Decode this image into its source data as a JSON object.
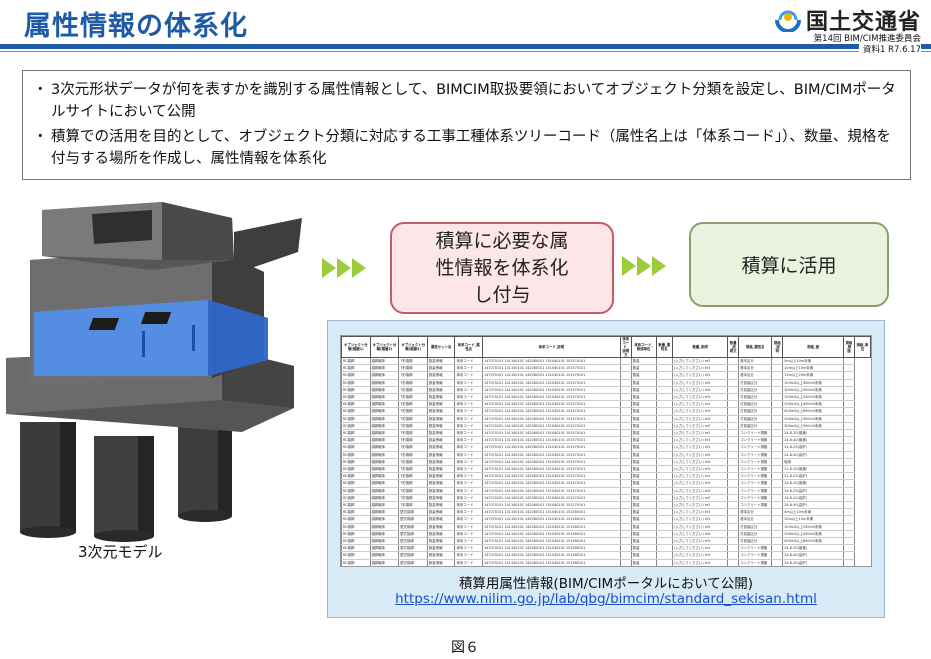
{
  "header": {
    "title": "属性情報の体系化",
    "ministry": "国土交通省",
    "meeting": "第14回 BIM/CIM推進委員会",
    "document_no": "資料1 R7.6.17"
  },
  "bullets": [
    "3次元形状データが何を表すかを識別する属性情報として、BIMCIM取扱要領においてオブジェクト分類を設定し、BIM/CIMポータルサイトにおいて公開",
    "積算での活用を目的として、オブジェクト分類に対応する工事工種体系ツリーコード（属性名上は「体系コード」）、数量、規格を付与する場所を作成し、属性情報を体系化"
  ],
  "bullet_marker": "・",
  "model_label": "3次元モデル",
  "flow": {
    "step1": "積算に必要な属性情報を体系化し付与",
    "step2": "積算に活用"
  },
  "colors": {
    "title_blue": "#1f5aa6",
    "arrow_green": "#9ccc3a",
    "pink_fill": "#fde6e8",
    "pink_border": "#c55a68",
    "green_fill": "#e9f3dd",
    "panel_fill": "#d9ebf7",
    "link_blue": "#1b4fc9"
  },
  "table": {
    "headers": [
      "オブジェクト分類(階層1)",
      "オブジェクト分類(階層2)",
      "オブジェクト分類(階層3)",
      "属性セット名",
      "体系コード_属性名",
      "体系コード_説明",
      "体系コード_説明文",
      "体系コード_数値単位",
      "数量_属性名",
      "数量_説明",
      "数量_説明文",
      "規格_属性名",
      "規格_説明",
      "規格_値",
      "規格_数値",
      "規格_単位"
    ],
    "rows": [
      [
        "RC橋脚",
        "橋脚躯体",
        "T形橋脚",
        "数量情報",
        "体系コード",
        "147070101 141100101 142080101 151040101 151570101",
        "",
        "数量",
        "",
        "(入力してください) m3",
        "",
        "基本区分",
        "",
        "5m以上10m未満",
        ""
      ],
      [
        "RC橋脚",
        "橋脚躯体",
        "T形橋脚",
        "数量情報",
        "体系コード",
        "147070101 141100101 142080101 151040101 151570101",
        "",
        "数量",
        "",
        "(入力してください) m3",
        "",
        "基本区分",
        "",
        "10m以上15m未満",
        ""
      ],
      [
        "RC橋脚",
        "橋脚躯体",
        "T形橋脚",
        "数量情報",
        "体系コード",
        "147070101 141100101 142080101 151040101 151570101",
        "",
        "数量",
        "",
        "(入力してください) m3",
        "",
        "基本区分",
        "",
        "15m以上20m未満",
        ""
      ],
      [
        "RC橋脚",
        "橋脚躯体",
        "T形橋脚",
        "数量情報",
        "体系コード",
        "147070101 141100101 142080101 151040101 151570101",
        "",
        "数量",
        "",
        "(入力してください) m3",
        "",
        "打設量区分",
        "",
        "100m3以上300m3未満",
        ""
      ],
      [
        "RC橋脚",
        "橋脚躯体",
        "T形橋脚",
        "数量情報",
        "体系コード",
        "147070101 141100101 142080101 151040101 151570101",
        "",
        "数量",
        "",
        "(入力してください) m3",
        "",
        "打設量区分",
        "",
        "300m3以上500m3未満",
        ""
      ],
      [
        "RC橋脚",
        "橋脚躯体",
        "T形橋脚",
        "数量情報",
        "体系コード",
        "147070101 141100101 142080101 151040101 151570101",
        "",
        "数量",
        "",
        "(入力してください) m3",
        "",
        "打設量区分",
        "",
        "100m3以上200m3未満",
        ""
      ],
      [
        "RC橋脚",
        "橋脚躯体",
        "T形橋脚",
        "数量情報",
        "体系コード",
        "147070101 141100101 142080101 151040101 151570101",
        "",
        "数量",
        "",
        "(入力してください) m3",
        "",
        "打設量区分",
        "",
        "200m3以上400m3未満",
        ""
      ],
      [
        "RC橋脚",
        "橋脚躯体",
        "T形橋脚",
        "数量情報",
        "体系コード",
        "147070101 141100101 142080101 151040101 151570101",
        "",
        "数量",
        "",
        "(入力してください) m3",
        "",
        "打設量区分",
        "",
        "400m3以上600m3未満",
        ""
      ],
      [
        "RC橋脚",
        "橋脚躯体",
        "T形橋脚",
        "数量情報",
        "体系コード",
        "147070101 141100101 142080101 151040101 151570101",
        "",
        "数量",
        "",
        "(入力してください) m3",
        "",
        "打設量区分",
        "",
        "200m3以上300m3未満",
        ""
      ],
      [
        "RC橋脚",
        "橋脚躯体",
        "T形橋脚",
        "数量情報",
        "体系コード",
        "147070101 141100101 142080101 151040101 151570101",
        "",
        "数量",
        "",
        "(入力してください) m3",
        "",
        "打設量区分",
        "",
        "300m3以上500m3未満",
        ""
      ],
      [
        "RC橋脚",
        "橋脚躯体",
        "T形橋脚",
        "数量情報",
        "体系コード",
        "147070101 141100101 142080101 151040101 151570101",
        "",
        "数量",
        "",
        "(入力してください) m3",
        "",
        "コンクリート規格",
        "",
        "24-8-20(普通)",
        ""
      ],
      [
        "RC橋脚",
        "橋脚躯体",
        "T形橋脚",
        "数量情報",
        "体系コード",
        "147070101 141100101 142080101 151040101 151570101",
        "",
        "数量",
        "",
        "(入力してください) m3",
        "",
        "コンクリート規格",
        "",
        "24-8-40(普通)",
        ""
      ],
      [
        "RC橋脚",
        "橋脚躯体",
        "T形橋脚",
        "数量情報",
        "体系コード",
        "147070101 141100101 142080101 151040101 151570101",
        "",
        "数量",
        "",
        "(入力してください) m3",
        "",
        "コンクリート規格",
        "",
        "24-8-25(高炉)",
        ""
      ],
      [
        "RC橋脚",
        "橋脚躯体",
        "T形橋脚",
        "数量情報",
        "体系コード",
        "147070101 141100101 142080101 151040101 151570101",
        "",
        "数量",
        "",
        "(入力してください) m3",
        "",
        "コンクリート規格",
        "",
        "24-8-40(高炉)",
        ""
      ],
      [
        "RC橋脚",
        "橋脚躯体",
        "T形橋脚",
        "数量情報",
        "体系コード",
        "147070101 141100101 142080101 151040101 151570101",
        "",
        "数量",
        "",
        "(入力してください) m3",
        "",
        "コンクリート規格",
        "",
        "取鍋",
        ""
      ],
      [
        "RC橋脚",
        "橋脚躯体",
        "T形橋脚",
        "数量情報",
        "体系コード",
        "147070101 141100101 142080101 151040101 151570101",
        "",
        "数量",
        "",
        "(入力してください) m3",
        "",
        "コンクリート規格",
        "",
        "21-8-20(普通)",
        ""
      ],
      [
        "RC橋脚",
        "橋脚躯体",
        "T形橋脚",
        "数量情報",
        "体系コード",
        "147070101 141100101 142080101 151040101 151570101",
        "",
        "数量",
        "",
        "(入力してください) m3",
        "",
        "コンクリート規格",
        "",
        "21-8-25(高炉)",
        ""
      ],
      [
        "RC橋脚",
        "橋脚躯体",
        "T形橋脚",
        "数量情報",
        "体系コード",
        "147070101 141100101 142080101 151040101 151570101",
        "",
        "数量",
        "",
        "(入力してください) m3",
        "",
        "コンクリート規格",
        "",
        "24-8-20(普通)",
        ""
      ],
      [
        "RC橋脚",
        "橋脚躯体",
        "T形橋脚",
        "数量情報",
        "体系コード",
        "147070101 141100101 142080101 151040101 151570101",
        "",
        "数量",
        "",
        "(入力してください) m3",
        "",
        "コンクリート規格",
        "",
        "24-8-25(高炉)",
        ""
      ],
      [
        "RC橋脚",
        "橋脚躯体",
        "T形橋脚",
        "数量情報",
        "体系コード",
        "147070101 141100101 142080101 151040101 151570101",
        "",
        "数量",
        "",
        "(入力してください) m3",
        "",
        "コンクリート規格",
        "",
        "24-8-20(高炉)",
        ""
      ],
      [
        "RC橋脚",
        "橋脚躯体",
        "T形橋脚",
        "数量情報",
        "体系コード",
        "147070101 141100101 142080101 151040101 151570101",
        "",
        "数量",
        "",
        "(入力してください) m3",
        "",
        "コンクリート規格",
        "",
        "24-8-40(高炉)",
        ""
      ],
      [
        "RC橋脚",
        "橋脚躯体",
        "壁式橋脚",
        "数量情報",
        "体系コード",
        "147070101 141100101 142080101 151040101 151580101",
        "",
        "数量",
        "",
        "(入力してください) m3",
        "",
        "基本区分",
        "",
        "5m以上10m未満",
        ""
      ],
      [
        "RC橋脚",
        "橋脚躯体",
        "壁式橋脚",
        "数量情報",
        "体系コード",
        "147070101 141100101 142080101 151040101 151580101",
        "",
        "数量",
        "",
        "(入力してください) m3",
        "",
        "基本区分",
        "",
        "10m以上15m未満",
        ""
      ],
      [
        "RC橋脚",
        "橋脚躯体",
        "壁式橋脚",
        "数量情報",
        "体系コード",
        "147070101 141100101 142080101 151040101 151580101",
        "",
        "数量",
        "",
        "(入力してください) m3",
        "",
        "打設量区分",
        "",
        "100m3以上200m3未満",
        ""
      ],
      [
        "RC橋脚",
        "橋脚躯体",
        "壁式橋脚",
        "数量情報",
        "体系コード",
        "147070101 141100101 142080101 151040101 151580101",
        "",
        "数量",
        "",
        "(入力してください) m3",
        "",
        "打設量区分",
        "",
        "200m3以上400m3未満",
        ""
      ],
      [
        "RC橋脚",
        "橋脚躯体",
        "壁式橋脚",
        "数量情報",
        "体系コード",
        "147070101 141100101 142080101 151040101 151580101",
        "",
        "数量",
        "",
        "(入力してください) m3",
        "",
        "打設量区分",
        "",
        "400m3以上600m3未満",
        ""
      ],
      [
        "RC橋脚",
        "橋脚躯体",
        "壁式橋脚",
        "数量情報",
        "体系コード",
        "147070101 141100101 142080101 151040101 151580101",
        "",
        "数量",
        "",
        "(入力してください) m3",
        "",
        "コンクリート規格",
        "",
        "24-8-20(普通)",
        ""
      ],
      [
        "RC橋脚",
        "橋脚躯体",
        "壁式橋脚",
        "数量情報",
        "体系コード",
        "147070101 141100101 142080101 151040101 151580101",
        "",
        "数量",
        "",
        "(入力してください) m3",
        "",
        "コンクリート規格",
        "",
        "24-8-40(高炉)",
        ""
      ],
      [
        "RC橋脚",
        "橋脚躯体",
        "壁式橋脚",
        "数量情報",
        "体系コード",
        "147070101 141100101 142080101 151040101 151580101",
        "",
        "数量",
        "",
        "(入力してください) m3",
        "",
        "コンクリート規格",
        "",
        "24-8-20(高炉)",
        ""
      ]
    ]
  },
  "panel_caption": "積算用属性情報(BIM/CIMポータルにおいて公開)",
  "panel_link": "https://www.nilim.go.jp/lab/qbg/bimcim/standard_sekisan.html",
  "figure_label": "図６"
}
